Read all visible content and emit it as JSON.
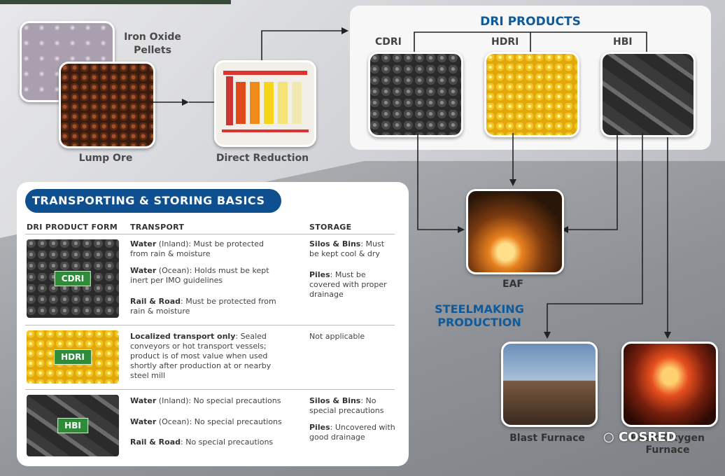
{
  "inputs": {
    "pellets": "Iron Oxide\nPellets",
    "lump": "Lump Ore",
    "reduction": "Direct Reduction"
  },
  "dri": {
    "title": "DRI PRODUCTS",
    "products": [
      "CDRI",
      "HDRI",
      "HBI"
    ]
  },
  "outputs": {
    "eaf": "EAF",
    "steelmaking": "STEELMAKING\nPRODUCTION",
    "blast": "Blast Furnace",
    "bof": "Basic Oxygen\nFurnace"
  },
  "table": {
    "title": "TRANSPORTING & STORING BASICS",
    "headers": [
      "DRI PRODUCT FORM",
      "TRANSPORT",
      "STORAGE"
    ],
    "rows": [
      {
        "tag": "CDRI",
        "transport": [
          {
            "k": "Water",
            "t": " (Inland): Must be protected from rain & moisture"
          },
          {
            "k": "Water",
            "t": " (Ocean): Holds must be kept inert per IMO guidelines"
          },
          {
            "k": "Rail & Road",
            "t": ": Must be protected from rain & moisture"
          }
        ],
        "storage": [
          {
            "k": "Silos & Bins",
            "t": ": Must be kept cool & dry"
          },
          {
            "k": "Piles",
            "t": ": Must be covered with proper drainage"
          }
        ]
      },
      {
        "tag": "HDRI",
        "transport": [
          {
            "k": "Localized transport only",
            "t": ": Sealed conveyors or hot transport vessels; product is of most value when used shortly after production at or nearby steel mill"
          }
        ],
        "storage": [
          {
            "k": "",
            "t": "Not applicable"
          }
        ]
      },
      {
        "tag": "HBI",
        "transport": [
          {
            "k": "Water",
            "t": " (Inland): No special precautions"
          },
          {
            "k": "Water",
            "t": " (Ocean): No special precautions"
          },
          {
            "k": "Rail & Road",
            "t": ": No special precautions"
          }
        ],
        "storage": [
          {
            "k": "Silos & Bins",
            "t": ": No special precautions"
          },
          {
            "k": "Piles",
            "t": ": Uncovered with good drainage"
          }
        ]
      }
    ]
  },
  "watermark": "COSRED"
}
